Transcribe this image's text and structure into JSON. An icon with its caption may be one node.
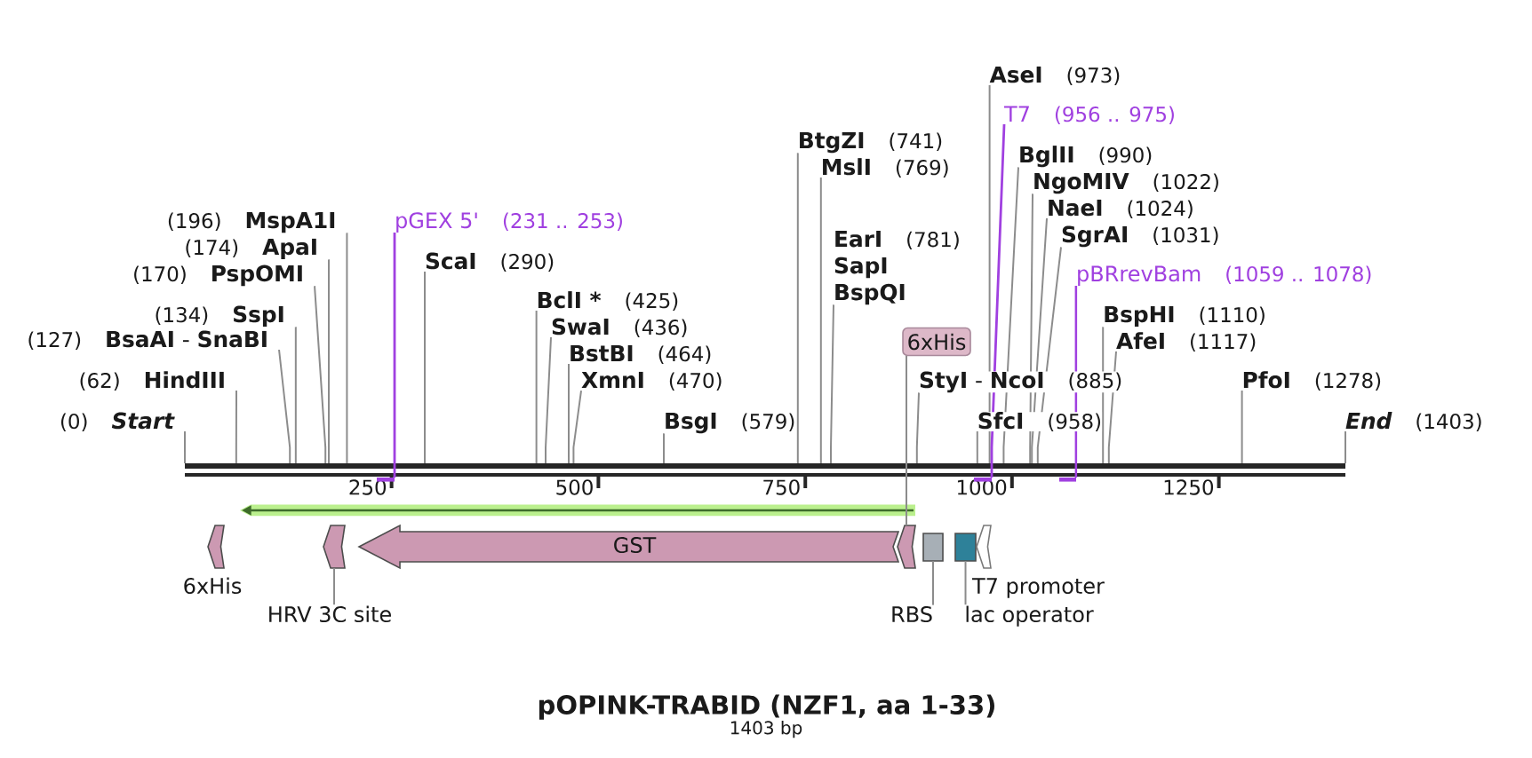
{
  "diagram": {
    "title": "pOPINK-TRABID (NZF1, aa 1-33)",
    "caption": "1403 bp",
    "nodes": [
      {
        "text": [
          "(0)",
          "Start"
        ]
      },
      {
        "text": [
          "(62)",
          "HindIII"
        ]
      },
      {
        "text": [
          "(127)",
          "**BsaAI** - **SnaBI**"
        ]
      },
      {
        "text": [
          "(134)",
          "SspI"
        ]
      },
      {
        "text": [
          "(170)",
          "PspOMI"
        ]
      },
      {
        "text": [
          "(174)",
          "ApaI"
        ]
      },
      {
        "text": [
          "(196)",
          "MspA1I"
        ]
      },
      {
        "text": [
          "pGEX 5'",
          "(231 .. 253)"
        ]
      },
      {
        "text": [
          "ScaI",
          "(290)"
        ]
      },
      {
        "text": [
          "BclI *",
          "(425)"
        ]
      },
      {
        "text": [
          "SwaI",
          "(436)"
        ]
      },
      {
        "text": [
          "BstBI",
          "(464)"
        ]
      },
      {
        "text": [
          "XmnI",
          "(470)"
        ]
      },
      {
        "text": [
          "BsgI",
          "(579)"
        ]
      },
      {
        "text": [
          "BtgZI",
          "(741)"
        ]
      },
      {
        "text": [
          "MslI",
          "(769)"
        ]
      },
      {
        "text": [
          "EarI",
          "(781)",
          "SapI",
          "BspQI"
        ]
      },
      {
        "text": [
          "6xHis"
        ]
      },
      {
        "text": [
          "**StyI** - **NcoI**",
          "(885)"
        ]
      },
      {
        "text": [
          "SfcI",
          "(958)"
        ]
      },
      {
        "text": [
          "T7",
          "(956 .. 975)"
        ]
      },
      {
        "text": [
          "AseI",
          "(973)"
        ]
      },
      {
        "text": [
          "BglII",
          "(990)"
        ]
      },
      {
        "text": [
          "NgoMIV",
          "(1022)"
        ]
      },
      {
        "text": [
          "NaeI",
          "(1024)"
        ]
      },
      {
        "text": [
          "SgrAI",
          "(1031)"
        ]
      },
      {
        "text": [
          "pBRrevBam",
          "(1059 .. 1078)"
        ]
      },
      {
        "text": [
          "BspHI",
          "(1110)"
        ]
      },
      {
        "text": [
          "AfeI",
          "(1117)"
        ]
      },
      {
        "text": [
          "PfoI",
          "(1278)"
        ]
      },
      {
        "text": [
          "End",
          "(1403)"
        ]
      },
      {
        "text": [],
        "shape": "bar"
      },
      {
        "text": [],
        "shape": "bar"
      },
      {
        "text": [],
        "shape": "bar"
      },
      {
        "text": [],
        "shape": "bar"
      },
      {
        "text": [
          "6xHis"
        ]
      },
      {
        "text": [],
        "shape": "pentagon"
      },
      {
        "text": [
          "GST"
        ]
      },
      {
        "text": [],
        "shape": "pentagon"
      },
      {
        "text": [],
        "shape": "box"
      },
      {
        "text": [],
        "shape": "box"
      },
      {
        "text": [
          "T7 promoter"
        ]
      },
      {
        "text": [
          "HRV 3C site"
        ]
      },
      {
        "text": [
          "RBS"
        ]
      },
      {
        "text": [
          "lac operator"
        ]
      }
    ],
    "edges": [
      {
        "from": 0,
        "to": 31,
        "arrow": "none"
      },
      {
        "from": 1,
        "to": 31,
        "arrow": "none"
      },
      {
        "from": 2,
        "to": 31,
        "arrow": "none"
      },
      {
        "from": 3,
        "to": 31,
        "arrow": "none"
      },
      {
        "from": 4,
        "to": 31,
        "arrow": "none"
      },
      {
        "from": 5,
        "to": 31,
        "arrow": "none"
      },
      {
        "from": 6,
        "to": 31,
        "arrow": "none"
      },
      {
        "from": 8,
        "to": 31,
        "arrow": "none"
      },
      {
        "from": 9,
        "to": 31,
        "arrow": "none"
      },
      {
        "from": 10,
        "to": 31,
        "arrow": "none"
      },
      {
        "from": 11,
        "to": 31,
        "arrow": "none"
      },
      {
        "from": 12,
        "to": 31,
        "arrow": "none"
      },
      {
        "from": 13,
        "to": 31,
        "arrow": "none"
      },
      {
        "from": 14,
        "to": 31,
        "arrow": "none"
      },
      {
        "from": 15,
        "to": 31,
        "arrow": "none"
      },
      {
        "from": 16,
        "to": 31,
        "arrow": "none"
      },
      {
        "from": 18,
        "to": 31,
        "arrow": "none"
      },
      {
        "from": 19,
        "to": 31,
        "arrow": "none"
      },
      {
        "from": 21,
        "to": 31,
        "arrow": "none"
      },
      {
        "from": 22,
        "to": 31,
        "arrow": "none"
      },
      {
        "from": 23,
        "to": 31,
        "arrow": "none"
      },
      {
        "from": 24,
        "to": 31,
        "arrow": "none"
      },
      {
        "from": 25,
        "to": 31,
        "arrow": "none"
      },
      {
        "from": 27,
        "to": 31,
        "arrow": "none"
      },
      {
        "from": 28,
        "to": 31,
        "arrow": "none"
      },
      {
        "from": 29,
        "to": 31,
        "arrow": "none"
      },
      {
        "from": 30,
        "to": 31,
        "arrow": "none"
      },
      {
        "from": 7,
        "to": 32,
        "arrow": "none",
        "color": "#a040e0"
      },
      {
        "from": 20,
        "to": 33,
        "arrow": "none",
        "color": "#a040e0"
      },
      {
        "from": 26,
        "to": 34,
        "arrow": "none",
        "color": "#a040e0"
      },
      {
        "from": 17,
        "to": 38,
        "arrow": "none"
      },
      {
        "from": 42,
        "to": 36,
        "arrow": "none"
      },
      {
        "from": 43,
        "to": 39,
        "arrow": "none"
      },
      {
        "from": 44,
        "to": 40,
        "arrow": "none"
      }
    ],
    "labels": [
      "250",
      "500",
      "750",
      "1000",
      "1250"
    ]
  }
}
